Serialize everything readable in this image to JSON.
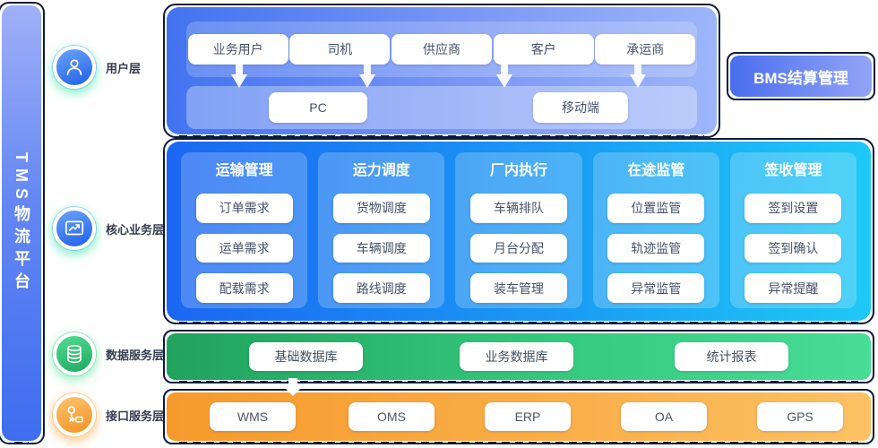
{
  "platform": {
    "title": "TMS物流平台"
  },
  "layer_keys": [
    {
      "label": "用户层"
    },
    {
      "label": "核心业务层"
    },
    {
      "label": "数据服务层"
    },
    {
      "label": "接口服务层"
    }
  ],
  "user_layer": {
    "roles": [
      "业务用户",
      "司机",
      "供应商",
      "客户",
      "承运商"
    ],
    "terminals": [
      "PC",
      "移动端"
    ]
  },
  "bms": {
    "label": "BMS结算管理"
  },
  "core_layer": {
    "columns": [
      {
        "title": "运输管理",
        "items": [
          "订单需求",
          "运单需求",
          "配载需求"
        ]
      },
      {
        "title": "运力调度",
        "items": [
          "货物调度",
          "车辆调度",
          "路线调度"
        ]
      },
      {
        "title": "厂内执行",
        "items": [
          "车辆排队",
          "月台分配",
          "装车管理"
        ]
      },
      {
        "title": "在途监管",
        "items": [
          "位置监管",
          "轨迹监管",
          "异常监管"
        ]
      },
      {
        "title": "签收管理",
        "items": [
          "签到设置",
          "签到确认",
          "异常提醒"
        ]
      }
    ]
  },
  "data_layer": {
    "items": [
      "基础数据库",
      "业务数据库",
      "统计报表"
    ]
  },
  "interface_layer": {
    "items": [
      "WMS",
      "OMS",
      "ERP",
      "OA",
      "GPS"
    ]
  },
  "colors": {
    "core_gradient_start": "#1b66f2",
    "core_gradient_end": "#1ec9f6",
    "data_gradient_start": "#21a35d",
    "data_gradient_end": "#47dd95",
    "interface_gradient_start": "#f69a2c",
    "interface_gradient_end": "#fbc164",
    "outline": "#0d1b3a"
  }
}
